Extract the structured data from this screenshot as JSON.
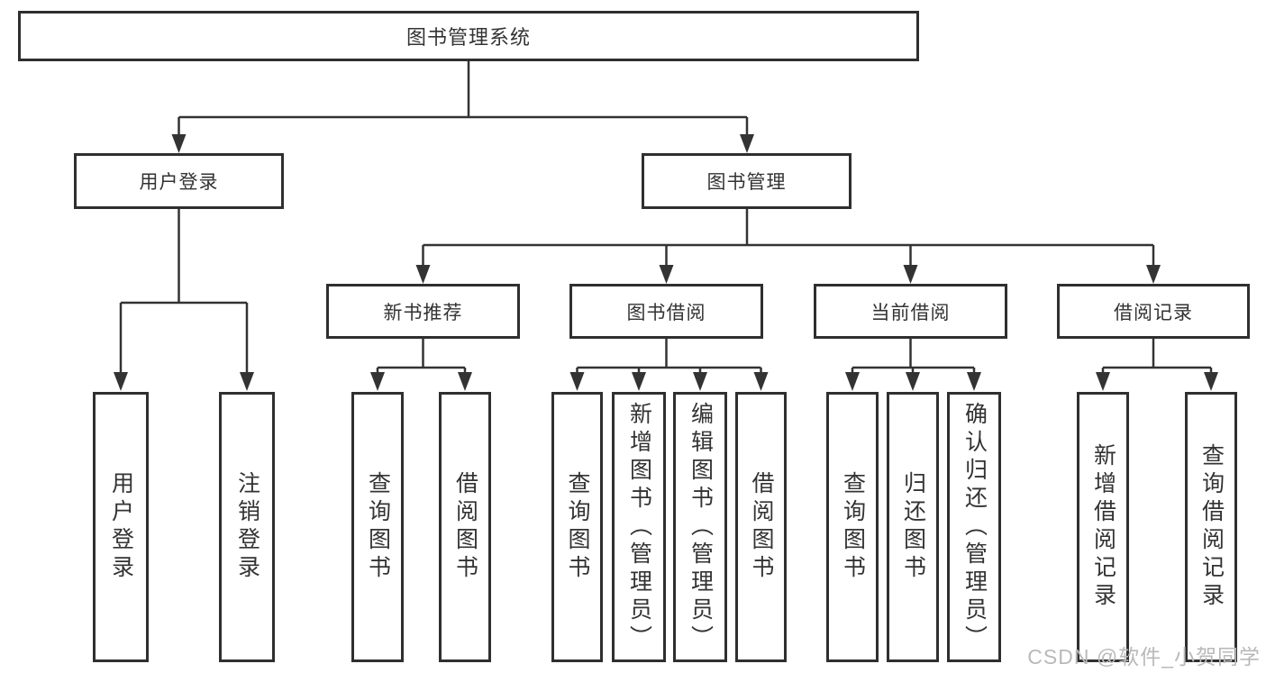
{
  "diagram": {
    "type": "hierarchy-tree",
    "nodes": {
      "root": {
        "label": "图书管理系统"
      },
      "user_login": {
        "label": "用户登录"
      },
      "book_mgmt": {
        "label": "图书管理"
      },
      "new_book_rec": {
        "label": "新书推荐"
      },
      "book_borrow": {
        "label": "图书借阅"
      },
      "current_borrow": {
        "label": "当前借阅"
      },
      "borrow_records": {
        "label": "借阅记录"
      },
      "leaves": {
        "user_login": [
          "用户登录",
          "注销登录"
        ],
        "new_book_rec": [
          "查询图书",
          "借阅图书"
        ],
        "book_borrow": [
          "查询图书",
          "新增图书（管理员）",
          "编辑图书（管理员）",
          "借阅图书"
        ],
        "current_borrow": [
          "查询图书",
          "归还图书",
          "确认归还（管理员）"
        ],
        "borrow_records": [
          "新增借阅记录",
          "查询借阅记录"
        ]
      }
    },
    "colors": {
      "line": "#333333",
      "border": "#2f2f2f",
      "text": "#333333",
      "watermark": "#b9b9b9",
      "background": "#ffffff"
    }
  },
  "watermark": "CSDN @软件_小贺同学"
}
